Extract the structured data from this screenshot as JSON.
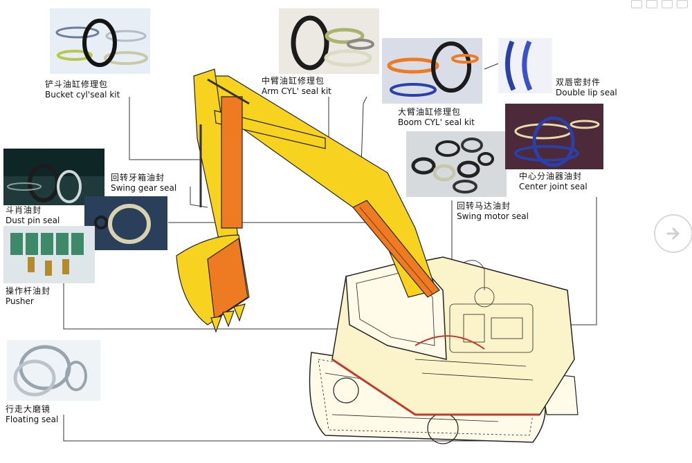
{
  "diagram": {
    "parts": [
      {
        "id": "bucket_kit",
        "zh": "铲斗油缸修理包",
        "en": "Bucket cyl'seal kit"
      },
      {
        "id": "arm_kit",
        "zh": "中臂油缸修理包",
        "en": "Arm CYL' seal kit"
      },
      {
        "id": "boom_kit",
        "zh": "大臂油缸修理包",
        "en": "Boom CYL' seal kit"
      },
      {
        "id": "double_lip",
        "zh": "双唇密封件",
        "en": "Double lip seal"
      },
      {
        "id": "swing_gear",
        "zh": "回转牙箱油封",
        "en": "Swing gear seal"
      },
      {
        "id": "center_joint",
        "zh": "中心分油器油封",
        "en": "Center joint seal"
      },
      {
        "id": "dust_pin",
        "zh": "斗肖油封",
        "en": "Dust pin seal"
      },
      {
        "id": "swing_motor",
        "zh": "回转马达油封",
        "en": "Swing motor seal"
      },
      {
        "id": "pusher",
        "zh": "操作杆油封",
        "en": "Pusher"
      },
      {
        "id": "floating",
        "zh": "行走大磨镜",
        "en": "Floating seal"
      }
    ]
  },
  "colors": {
    "machine_yellow": "#f7d21e",
    "machine_orange": "#ee7a22",
    "cab_cream": "#fbf3c9",
    "seal_black": "#1c1c1c",
    "seal_blue": "#2a3fa8"
  },
  "icons": {
    "next_button": "chevron-right-icon"
  }
}
